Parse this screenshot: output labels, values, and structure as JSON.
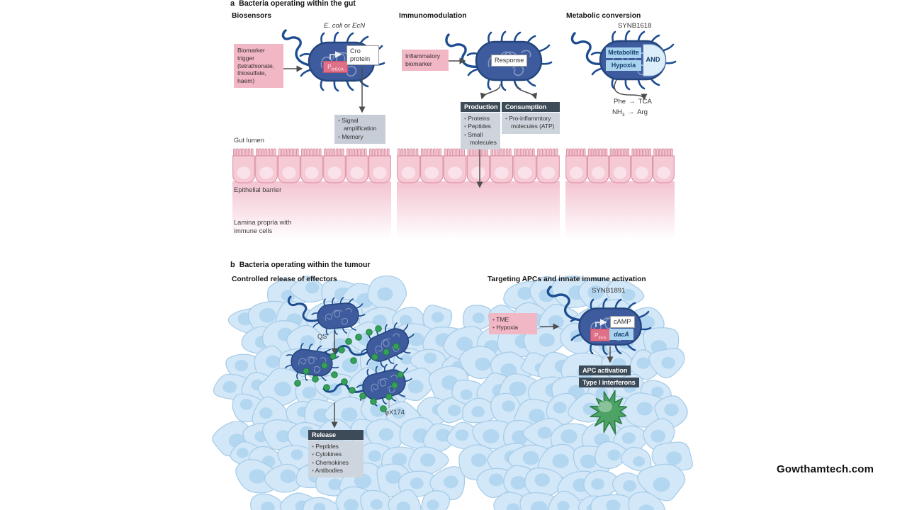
{
  "watermark": "Gowthamtech.com",
  "colors": {
    "bacterium_body": "#3d5b9d",
    "bacterium_outline": "#24457e",
    "flagellum": "#1d4d91",
    "pink_trigger_box": "#f2b7c5",
    "promoter_box": "#e06f88",
    "light_blue_box": "#a9d3ef",
    "dark_header_box": "#3d4a57",
    "grey_outcome_box": "#cdd4dc",
    "epithelium_pink": "#f6cad5",
    "tumour_cell_blue": "#d2e7f7",
    "phage_green": "#35a05a",
    "apc_green": "#4ca364"
  },
  "panel_a": {
    "label": "a",
    "title": "Bacteria operating within the gut",
    "biosensors": {
      "heading": "Biosensors",
      "strain_pre": "E. coli",
      "strain_mid": " or ",
      "strain_post": "EcN",
      "trigger": "Biomarker trigger (tetrathionate, thiosulfate, haem)",
      "promoter": "P",
      "promoter_sub": "ttrBCA",
      "protein": "Cro protein",
      "outcomes": [
        "Signal amplification",
        "Memory"
      ]
    },
    "immuno": {
      "heading": "Immunomodulation",
      "trigger": "Inflammatory biomarker",
      "response": "Response",
      "production": {
        "header": "Production",
        "items": [
          "Proteins",
          "Peptides",
          "Small molecules"
        ]
      },
      "consumption": {
        "header": "Consumption",
        "items": [
          "Pro-inflammtory molecules (ATP)"
        ]
      }
    },
    "metabolic": {
      "heading": "Metabolic conversion",
      "strain": "SYNB1618",
      "input_top": "Metabolite",
      "input_bottom": "Hypoxia",
      "gate": "AND",
      "arrow_glyph": "→",
      "conv": [
        {
          "from": "Phe",
          "sub": "",
          "to": "TCA"
        },
        {
          "from": "NH",
          "sub": "3",
          "to": "Arg"
        }
      ]
    },
    "gut": {
      "lumen": "Gut lumen",
      "barrier": "Epithelial barrier",
      "lamina": "Lamina propria with immune cells"
    }
  },
  "panel_b": {
    "label": "b",
    "title": "Bacteria operating within the tumour",
    "release_panel": {
      "heading": "Controlled release of effectors",
      "qs": "QS",
      "phage": "φX174",
      "release": {
        "header": "Release",
        "items": [
          "Peptides",
          "Cytokines",
          "Chemokines",
          "Antibodies"
        ]
      }
    },
    "apc_panel": {
      "heading": "Targeting APCs and innate immune activation",
      "strain": "SYNB1891",
      "triggers": [
        "TME",
        "Hypoxia"
      ],
      "promoter": "P",
      "promoter_sub": "fnrS",
      "gene": "dacA",
      "camp": "cAMP",
      "outcomes": [
        "APC activation",
        "Type I interferons"
      ]
    }
  }
}
